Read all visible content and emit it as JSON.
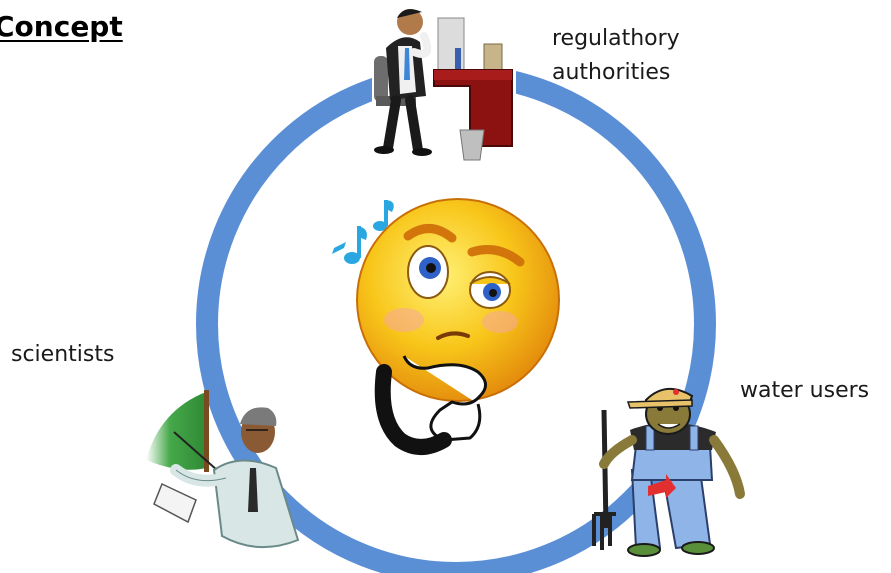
{
  "title": "Concept",
  "labels": {
    "regulatory_line1": "regulathory",
    "regulatory_line2": "authorities",
    "scientists": "scientists",
    "water_users": "water users"
  },
  "colors": {
    "ring": "#5a8fd6",
    "smiley_face": "#f8c61a",
    "music_notes": "#2aa7e0",
    "scientist_board": "#45a84a"
  },
  "icons": [
    "official-at-desk-icon",
    "scientist-pointing-icon",
    "farmer-with-pitchfork-icon",
    "thinking-smiley-icon"
  ]
}
